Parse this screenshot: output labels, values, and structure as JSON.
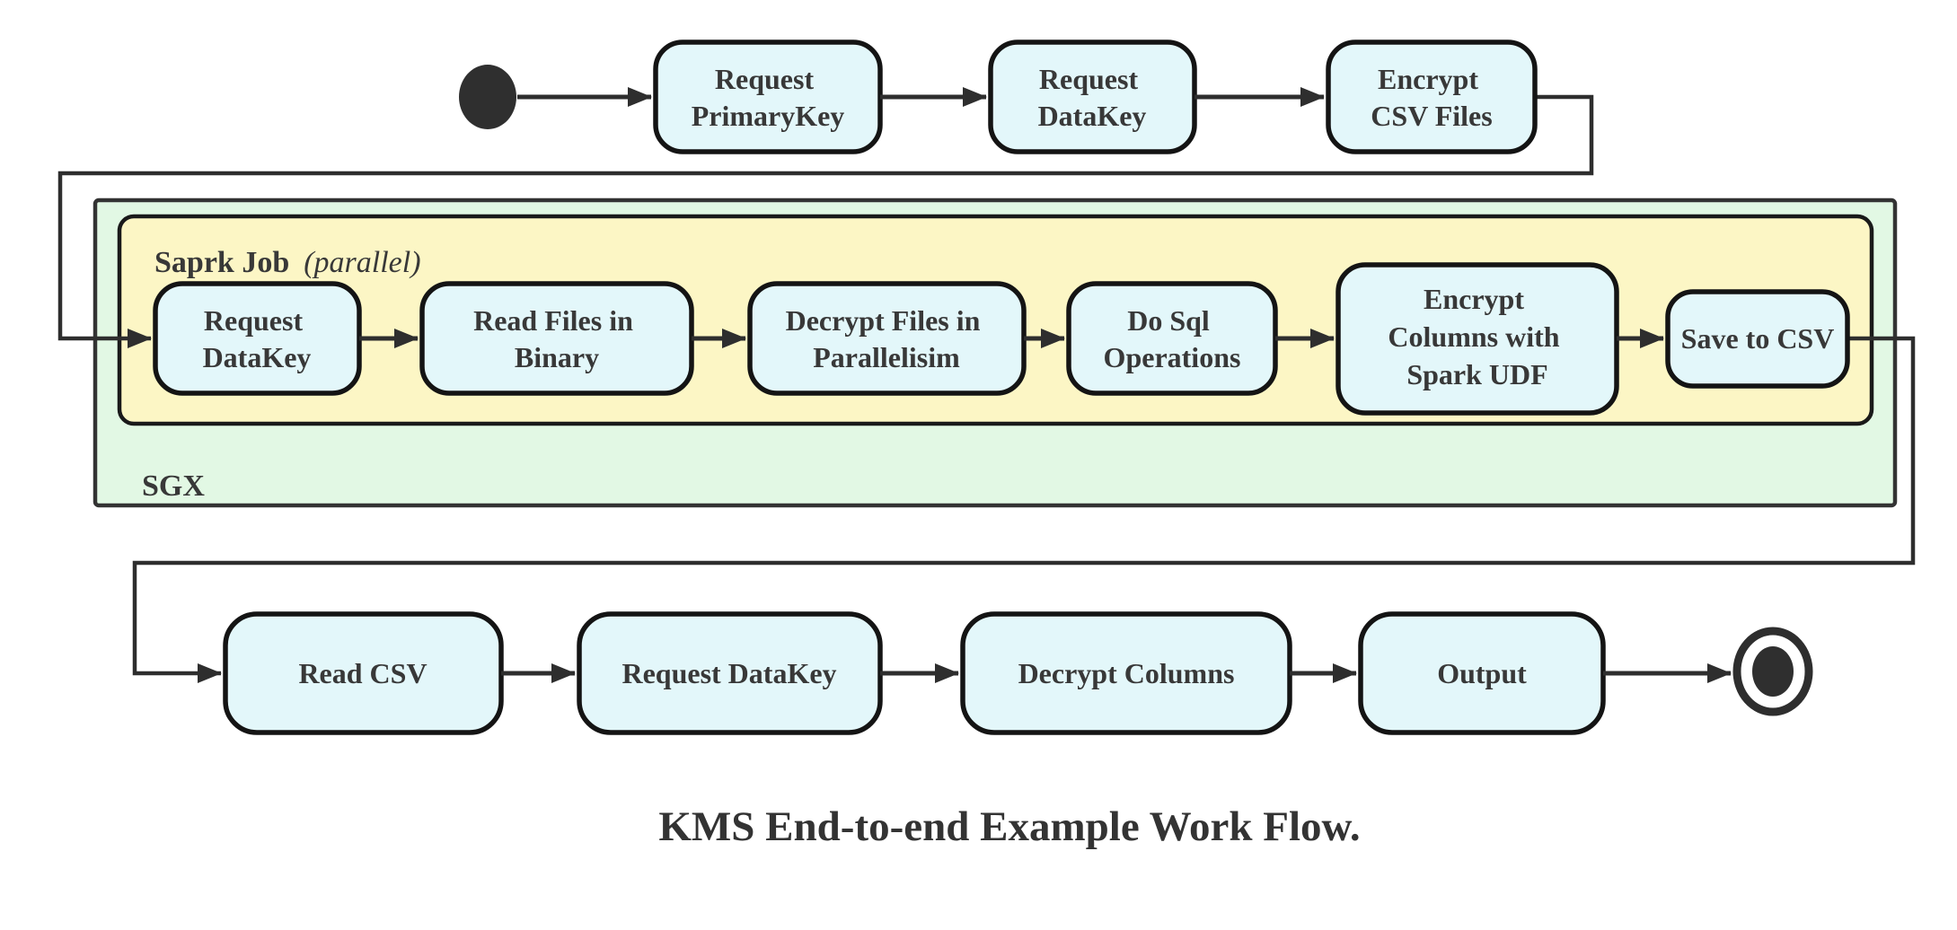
{
  "diagram": {
    "caption": "KMS End-to-end Example Work Flow.",
    "containers": {
      "sgx": {
        "label": "SGX"
      },
      "spark_job": {
        "label": "Saprk Job",
        "qualifier": "(parallel)"
      }
    },
    "nodes": {
      "top": [
        {
          "lines": [
            "Request",
            "PrimaryKey"
          ]
        },
        {
          "lines": [
            "Request",
            "DataKey"
          ]
        },
        {
          "lines": [
            "Encrypt",
            "CSV Files"
          ]
        }
      ],
      "spark": [
        {
          "lines": [
            "Request",
            "DataKey"
          ]
        },
        {
          "lines": [
            "Read Files in",
            "Binary"
          ]
        },
        {
          "lines": [
            "Decrypt Files in",
            "Parallelisim"
          ]
        },
        {
          "lines": [
            "Do Sql",
            "Operations"
          ]
        },
        {
          "lines": [
            "Encrypt",
            "Columns with",
            "Spark UDF"
          ]
        },
        {
          "lines": [
            "Save to CSV"
          ]
        }
      ],
      "bottom": [
        {
          "lines": [
            "Read CSV"
          ]
        },
        {
          "lines": [
            "Request DataKey"
          ]
        },
        {
          "lines": [
            "Decrypt Columns"
          ]
        },
        {
          "lines": [
            "Output"
          ]
        }
      ]
    },
    "markers": {
      "start": "start-state-icon",
      "end": "end-state-icon"
    },
    "colors": {
      "node_fill": "#e3f7fa",
      "node_stroke": "#141414",
      "sgx_fill": "#e2f8e4",
      "sgx_stroke": "#333333",
      "spark_fill": "#fcf6c5",
      "spark_stroke": "#1a1a1a",
      "edge": "#2e2e2e",
      "text": "#383838"
    }
  }
}
